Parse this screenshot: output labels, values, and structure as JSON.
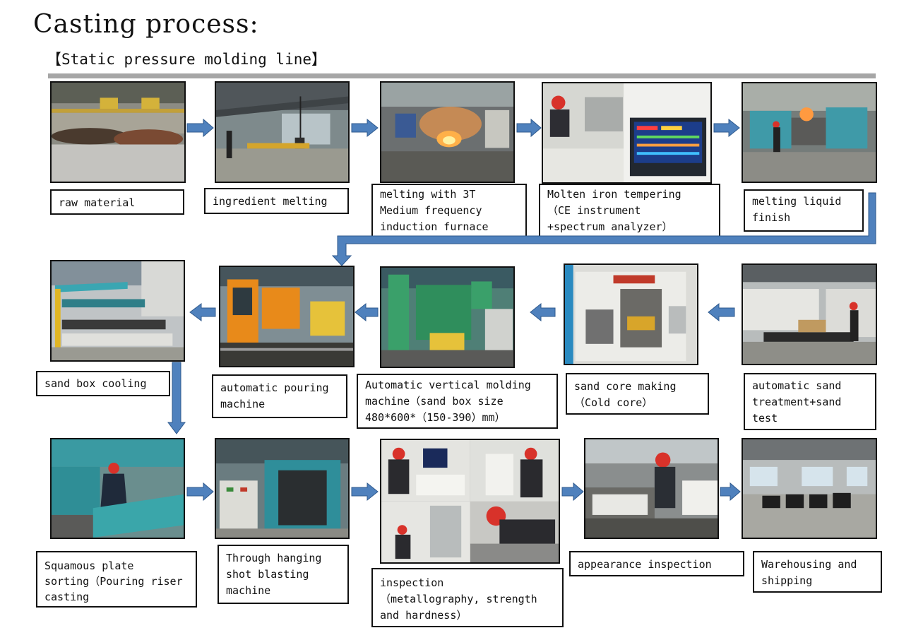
{
  "header": {
    "title": "Casting process:",
    "subtitle": "【Static pressure molding line】"
  },
  "colors": {
    "arrow": "#4f81bd",
    "rule": "#a6a6a6"
  },
  "steps": [
    {
      "label": "raw material",
      "photo": "raw-material-yard-photo"
    },
    {
      "label": "ingredient melting",
      "photo": "crane-charging-photo"
    },
    {
      "label": "melting with 3T\nMedium frequency\ninduction furnace",
      "photo": "induction-furnace-photo"
    },
    {
      "label": "Molten iron tempering\n（CE instrument\n+spectrum analyzer）",
      "photo": "spectrum-analyzer-photo"
    },
    {
      "label": "melting liquid\nfinish",
      "photo": "molten-iron-transfer-photo"
    },
    {
      "label": "automatic sand\ntreatment+sand\ntest",
      "photo": "sand-lab-photo"
    },
    {
      "label": "sand core making\n（Cold core）",
      "photo": "core-machine-photo"
    },
    {
      "label": "Automatic vertical molding\nmachine（sand box size\n480*600*（150-390）mm）",
      "photo": "molding-machine-photo"
    },
    {
      "label": "automatic pouring\nmachine",
      "photo": "pouring-machine-photo"
    },
    {
      "label": "sand box cooling",
      "photo": "cooling-line-photo"
    },
    {
      "label": "Squamous plate\nsorting（Pouring riser\ncasting classification）",
      "photo": "sorting-conveyor-photo"
    },
    {
      "label": "Through hanging\nshot blasting\nmachine",
      "photo": "shot-blasting-photo"
    },
    {
      "label": "inspection\n（metallography, strength\nand hardness）",
      "photo": "lab-inspection-photo"
    },
    {
      "label": "appearance inspection",
      "photo": "appearance-inspection-photo"
    },
    {
      "label": "Warehousing and\nshipping",
      "photo": "warehouse-photo"
    }
  ]
}
